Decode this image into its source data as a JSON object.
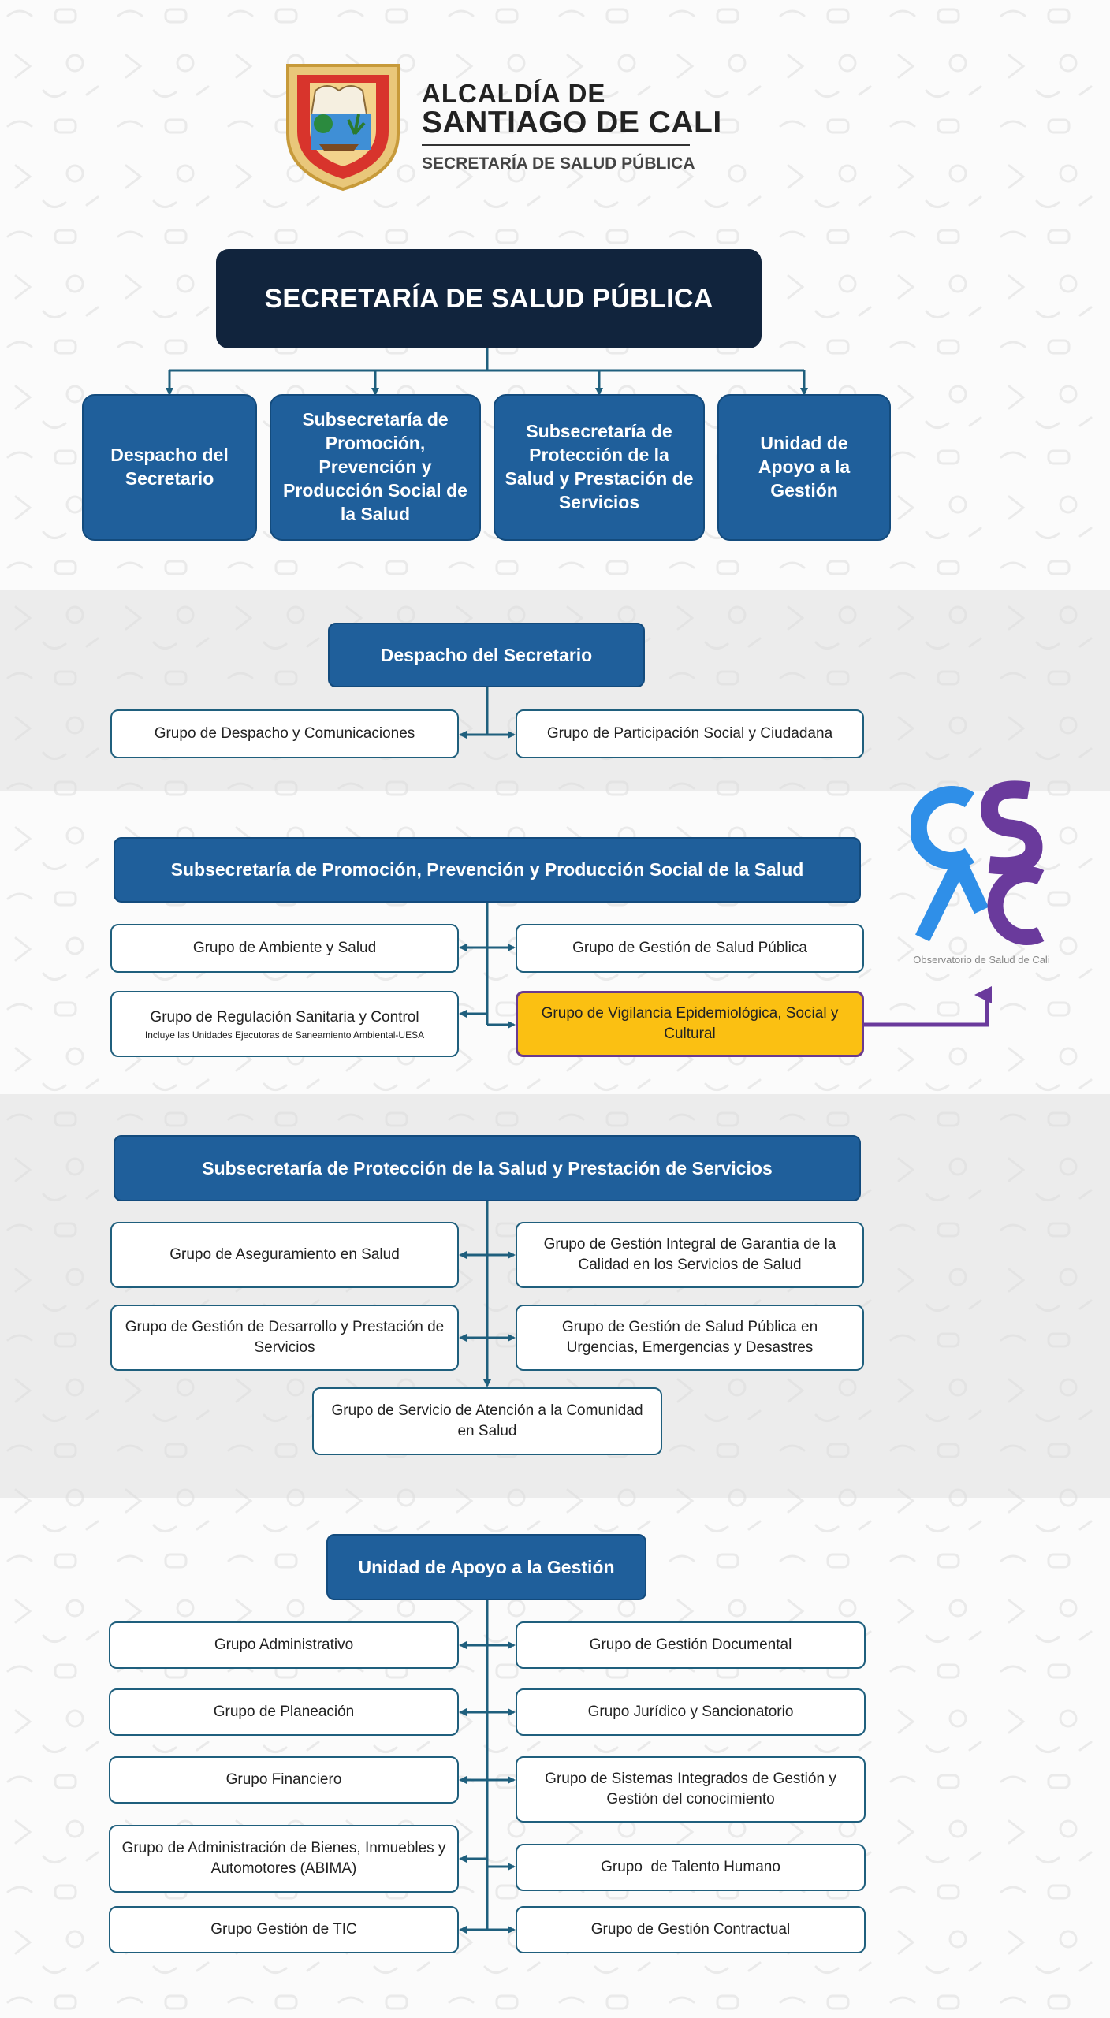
{
  "header": {
    "line1": "ALCALDÍA DE",
    "line2": "SANTIAGO DE CALI",
    "line3": "SECRETARÍA DE SALUD PÚBLICA"
  },
  "top": {
    "title": "SECRETARÍA DE SALUD PÚBLICA",
    "units": [
      "Despacho del Secretario",
      "Subsecretaría de Promoción, Prevención y Producción Social de la Salud",
      "Subsecretaría de Protección de la Salud y Prestación de Servicios",
      "Unidad de Apoyo a la Gestión"
    ]
  },
  "despacho": {
    "title": "Despacho del Secretario",
    "left": "Grupo de Despacho y Comunicaciones",
    "right": "Grupo de Participación Social y Ciudadana"
  },
  "promocion": {
    "title": "Subsecretaría de Promoción, Prevención y Producción Social de la Salud",
    "g1": "Grupo de Ambiente y Salud",
    "g2": "Grupo de Gestión de Salud Pública",
    "g3": "Grupo de Regulación Sanitaria y Control",
    "g3_note": "Incluye las Unidades Ejecutoras de Saneamiento Ambiental-UESA",
    "g4": "Grupo de Vigilancia Epidemiológica, Social y Cultural"
  },
  "observatorio": {
    "caption": "Observatorio de Salud de Cali",
    "colors": {
      "blue": "#2f8fe8",
      "purple": "#6a3a9c"
    }
  },
  "proteccion": {
    "title": "Subsecretaría de Protección de la Salud y Prestación de Servicios",
    "g1": "Grupo de Aseguramiento en Salud",
    "g2": "Grupo de Gestión Integral de Garantía de la Calidad en los Servicios de Salud",
    "g3": "Grupo de Gestión de Desarrollo y Prestación de Servicios",
    "g4": "Grupo de Gestión de Salud Pública en Urgencias, Emergencias y Desastres",
    "g5": "Grupo de Servicio de Atención a la Comunidad en Salud"
  },
  "apoyo": {
    "title": "Unidad de Apoyo a la Gestión",
    "left": [
      "Grupo Administrativo",
      "Grupo de Planeación",
      "Grupo Financiero",
      "Grupo de Administración de Bienes, Inmuebles y Automotores (ABIMA)",
      "Grupo Gestión de TIC"
    ],
    "right": [
      "Grupo de Gestión Documental",
      "Grupo Jurídico y Sancionatorio",
      "Grupo de Sistemas Integrados de Gestión y Gestión del conocimiento",
      "Grupo  de Talento Humano",
      "Grupo de Gestión Contractual"
    ]
  },
  "colors": {
    "dark_navy": "#11243d",
    "blue": "#1f5f9b",
    "highlight": "#fbc012",
    "purple": "#6a3a8f"
  }
}
